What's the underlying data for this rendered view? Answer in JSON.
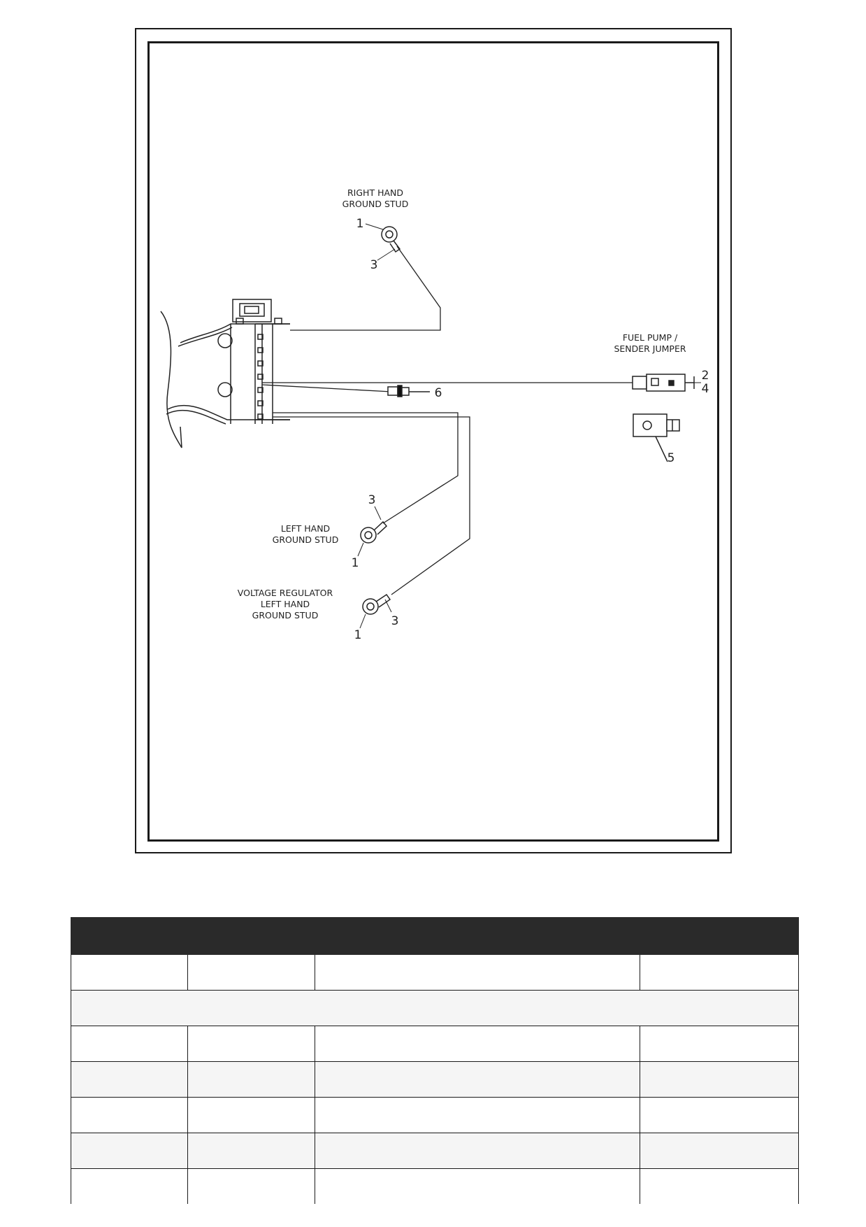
{
  "diagram": {
    "labels": {
      "right_hand_ground_stud": [
        "RIGHT HAND",
        "GROUND STUD"
      ],
      "fuel_pump_sender_jumper": [
        "FUEL PUMP /",
        "SENDER JUMPER"
      ],
      "left_hand_ground_stud": [
        "LEFT HAND",
        "GROUND STUD"
      ],
      "voltage_regulator_ground_stud": [
        "VOLTAGE REGULATOR",
        "LEFT HAND",
        "GROUND STUD"
      ]
    },
    "callouts": {
      "rh_stud_ring": "1",
      "rh_stud_wire": "3",
      "fuel_pump_top": "2",
      "fuel_pump_bottom": "4",
      "connector_cap": "5",
      "inline_connector": "6",
      "lh_stud_wire": "3",
      "lh_stud_ring": "1",
      "vr_stud_ring": "1",
      "vr_stud_wire": "3"
    }
  },
  "table": {
    "columns": 4,
    "row_count": 7
  }
}
